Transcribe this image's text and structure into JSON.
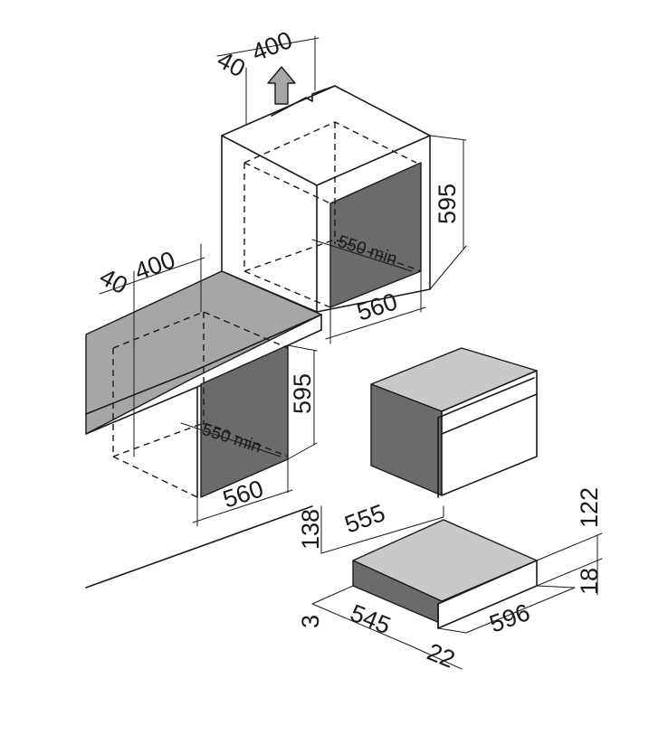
{
  "colors": {
    "line": "#1a1a1a",
    "cavity": "#6b6b6b",
    "worktop": "#a6a6a6",
    "panel": "#c9c9c9",
    "background": "#ffffff"
  },
  "tall_unit": {
    "vent_gap": "40",
    "vent_depth": "400",
    "height": "595",
    "depth_min": "550 min",
    "width": "560",
    "arrow_icon": "arrow-up-icon"
  },
  "under_counter": {
    "vent_gap": "40",
    "vent_depth": "400",
    "height": "595",
    "depth_min": "550 min",
    "width": "560"
  },
  "drawer": {
    "overall_height": "138",
    "depth": "555",
    "body_height": "122",
    "front_height": "18",
    "gap": "3",
    "body_depth": "545",
    "width": "596",
    "front_depth": "22"
  }
}
